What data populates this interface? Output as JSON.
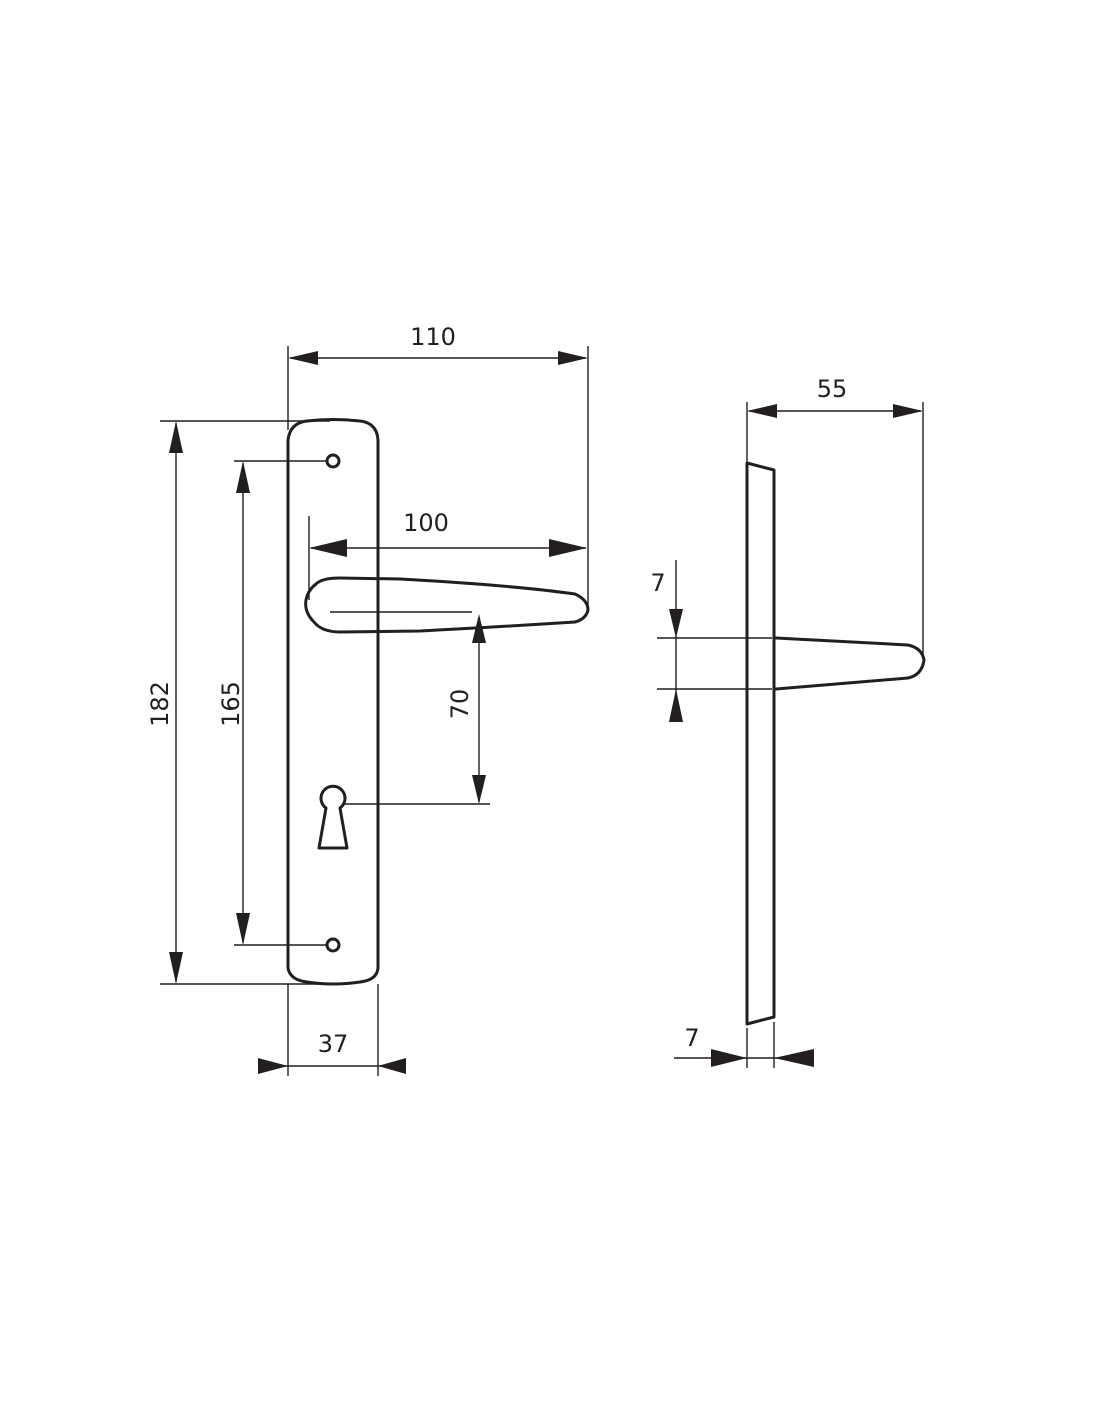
{
  "diagram": {
    "colors": {
      "line": "#231f20",
      "background": "#ffffff"
    },
    "dimensions": {
      "handle_projection": "110",
      "lever_length": "100",
      "plate_height": "182",
      "screw_spacing": "165",
      "handle_to_keyhole": "70",
      "plate_width": "37",
      "side_projection": "55",
      "lever_thickness": "7",
      "plate_thickness": "7"
    }
  }
}
